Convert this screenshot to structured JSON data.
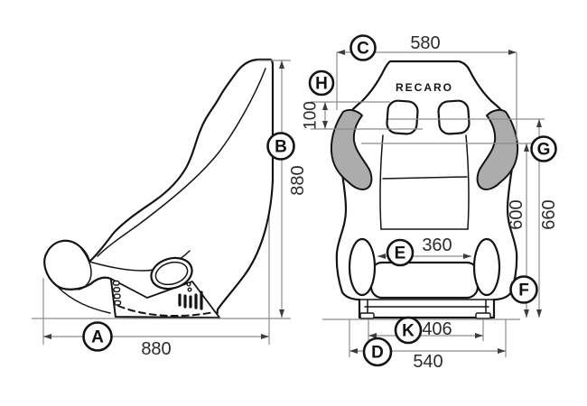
{
  "side_view": {
    "dim_a": {
      "letter": "A",
      "value": "880"
    },
    "dim_b": {
      "letter": "B",
      "value": "880"
    }
  },
  "front_view": {
    "logo_text": "RECARO",
    "dim_c": {
      "letter": "C",
      "value": "580"
    },
    "dim_h": {
      "letter": "H",
      "value": "100"
    },
    "dim_g": {
      "letter": "G"
    },
    "dim_f": {
      "letter": "F"
    },
    "dim_e": {
      "letter": "E",
      "value": "360"
    },
    "dim_k": {
      "letter": "K",
      "value": "406"
    },
    "dim_d": {
      "letter": "D",
      "value": "540"
    },
    "dim_back_inner": {
      "value": "600"
    },
    "dim_back_outer": {
      "value": "660"
    }
  },
  "colors": {
    "outline": "#141414",
    "dimension_line": "#8c8c8c",
    "arrowhead": "#3c3c3c",
    "bolster_fill": "#acacac",
    "background": "#ffffff"
  }
}
